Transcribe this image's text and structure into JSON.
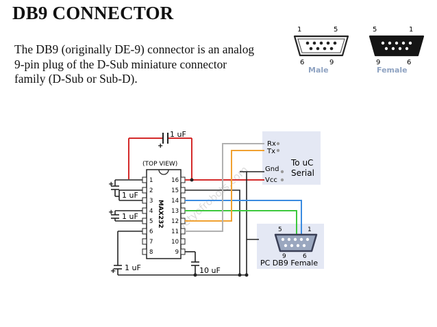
{
  "title": "DB9 CONNECTOR",
  "description": "The DB9 (originally DE-9) connector is an analog 9-pin plug of the D-Sub miniature connector family (D-Sub or Sub-D).",
  "connectors": {
    "male": {
      "label": "Male",
      "pin_left": "1",
      "pin_right": "5",
      "pin_bottom_left": "6",
      "pin_bottom_right": "9"
    },
    "female": {
      "label": "Female",
      "pin_left": "5",
      "pin_right": "1",
      "pin_bottom_left": "9",
      "pin_bottom_right": "6"
    },
    "label_color": "#8fa3c2"
  },
  "schematic": {
    "top_view": "(TOP VIEW)",
    "chip_name": "MAX232",
    "pins_left": [
      "1",
      "2",
      "3",
      "4",
      "5",
      "6",
      "7",
      "8"
    ],
    "pins_right": [
      "16",
      "15",
      "14",
      "13",
      "12",
      "11",
      "10",
      "9"
    ],
    "cap_top": "1 uF",
    "cap_left_upper": "1 uF",
    "cap_left_lower": "1 uF",
    "cap_bottom_left": "1 uF",
    "cap_bottom_right": "10 uF",
    "uc_box": {
      "rx": "Rx",
      "tx": "Tx",
      "gnd": "Gnd",
      "vcc": "Vcc",
      "label_line1": "To uC",
      "label_line2": "Serial"
    },
    "db9_box": {
      "pin_left": "5",
      "pin_right": "1",
      "pin_bottom_left": "9",
      "pin_bottom_right": "6",
      "caption": "PC DB9 Female"
    },
    "watermark": "www.societyofrobots.com",
    "colors": {
      "red": "#d42a2a",
      "gray": "#b0b0b0",
      "orange": "#f0a030",
      "blue": "#3a8be0",
      "green": "#3cc83c",
      "box": "#e4e8f4"
    }
  }
}
